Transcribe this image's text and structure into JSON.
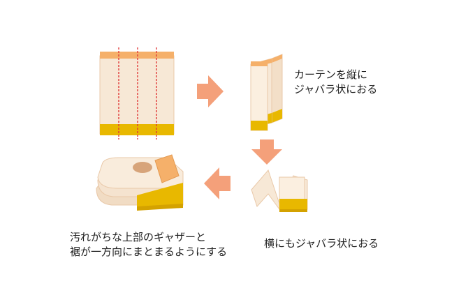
{
  "step1_caption": [
    "カーテンを縦に",
    "ジャバラ状におる"
  ],
  "step2_caption": "横にもジャバラ状におる",
  "step3_caption": [
    "汚れがちな上部のギャザーと",
    "裾が一方向にまとまるようにする"
  ],
  "colors": {
    "fabric": "#f7e8d6",
    "fabric_edge": "#e9c8a8",
    "top_band": "#f5b06a",
    "hem": "#e8b800",
    "fold_line": "#e03a3a",
    "arrow": "#f4a07a",
    "stain": "#d7a47a"
  }
}
